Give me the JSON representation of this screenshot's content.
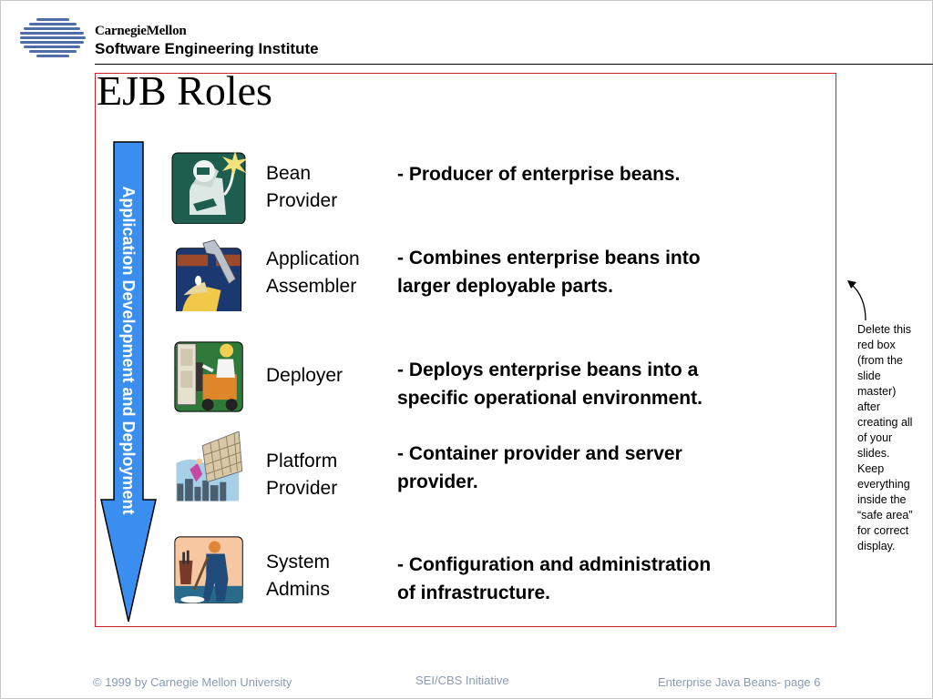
{
  "header": {
    "org_line1": "CarnegieMellon",
    "org_line2": "Software Engineering Institute",
    "logo_icon": "sei-striped-logo-icon"
  },
  "slide": {
    "title": "EJB Roles",
    "arrow_label": "Application Development and Deployment",
    "roles": [
      {
        "name": "Bean\nProvider",
        "description": "- Producer of enterprise beans.",
        "icon": "welder-icon"
      },
      {
        "name": "Application\nAssembler",
        "description": "- Combines enterprise beans into\n   larger deployable parts.",
        "icon": "plumber-wrench-icon"
      },
      {
        "name": "Deployer",
        "description": "- Deploys enterprise beans into a\n  specific operational environment.",
        "icon": "forklift-worker-icon"
      },
      {
        "name": "Platform\nProvider",
        "description": "- Container provider and server\n   provider.",
        "icon": "window-washer-icon"
      },
      {
        "name": "System\nAdmins",
        "description": "- Configuration and administration\n  of infrastructure.",
        "icon": "janitor-mop-icon"
      }
    ],
    "side_note": "Delete this\nred box\n(from the\nslide\nmaster)\nafter\ncreating all\nof your\nslides.\nKeep\neverything\ninside the\n“safe area”\nfor correct\ndisplay."
  },
  "footer": {
    "left": "© 1999 by Carnegie Mellon University",
    "center": "SEI/CBS Initiative",
    "right": "Enterprise Java Beans- page 6"
  },
  "colors": {
    "safe_area_border": "#cc2222",
    "arrow_fill": "#3a8ef0",
    "footer_text": "#8a9ab5",
    "logo_blue": "#4f6ea8"
  }
}
